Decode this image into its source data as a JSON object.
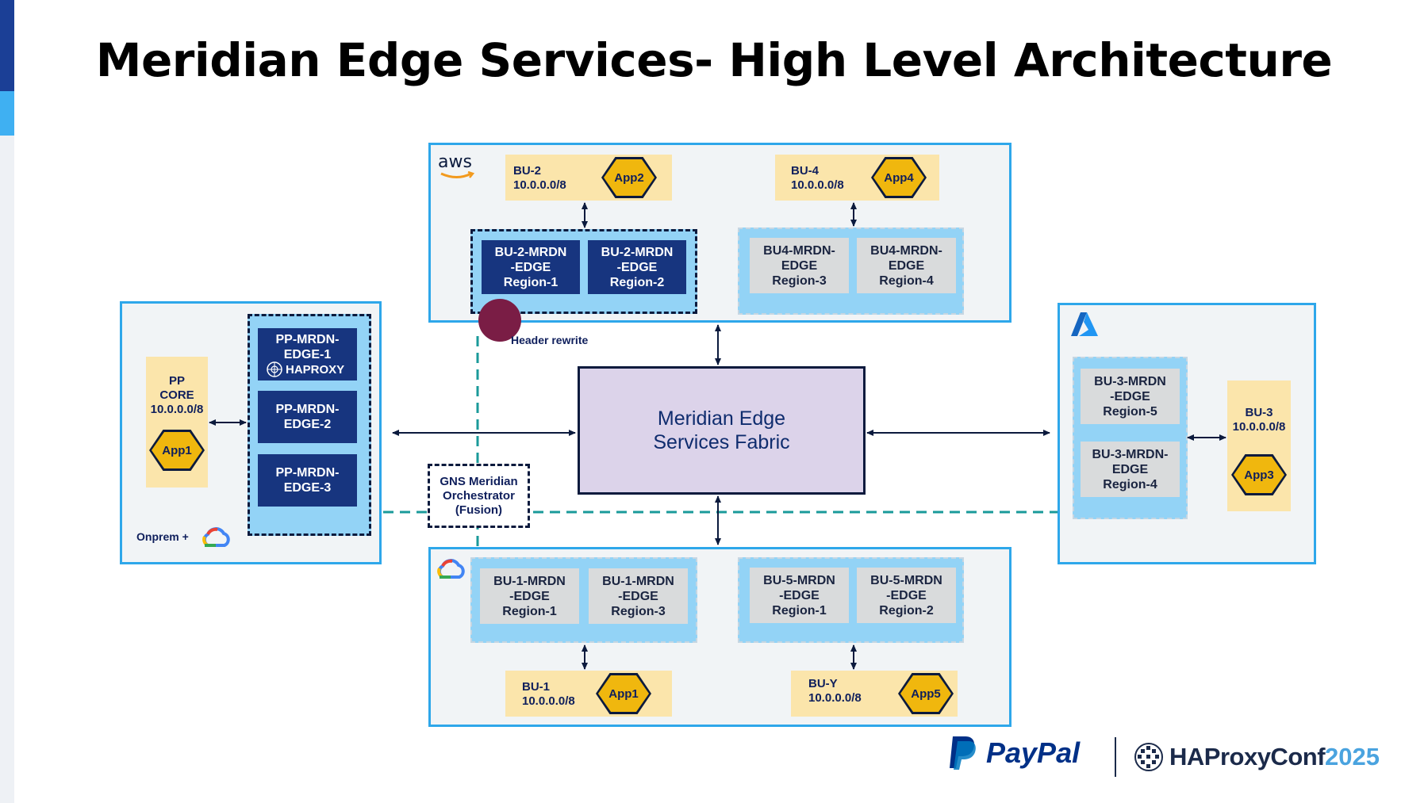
{
  "title": "Meridian Edge Services- High Level Architecture",
  "aws": {
    "logo": "aws",
    "bu2": {
      "label": "BU-2\n10.0.0.0/8",
      "app": "App2"
    },
    "bu4": {
      "label": "BU-4\n10.0.0.0/8",
      "app": "App4"
    },
    "edges": [
      "BU-2-MRDN\n-EDGE\nRegion-1",
      "BU-2-MRDN\n-EDGE\nRegion-2",
      "BU4-MRDN-\nEDGE\nRegion-3",
      "BU4-MRDN-\nEDGE\nRegion-4"
    ]
  },
  "onprem": {
    "label": "Onprem +",
    "pp": {
      "label": "PP\nCORE\n10.0.0.0/8",
      "app": "App1"
    },
    "edges": [
      "PP-MRDN-\nEDGE-1",
      "PP-MRDN-\nEDGE-2",
      "PP-MRDN-\nEDGE-3"
    ],
    "haproxy_logo": "HAPROXY"
  },
  "azure": {
    "bu3": {
      "label": "BU-3\n10.0.0.0/8",
      "app": "App3"
    },
    "edges": [
      "BU-3-MRDN\n-EDGE\nRegion-5",
      "BU-3-MRDN-\nEDGE\nRegion-4"
    ]
  },
  "gcp": {
    "bu1": {
      "label": "BU-1\n10.0.0.0/8",
      "app": "App1"
    },
    "buy": {
      "label": "BU-Y\n10.0.0.0/8",
      "app": "App5"
    },
    "edges": [
      "BU-1-MRDN\n-EDGE\nRegion-1",
      "BU-1-MRDN\n-EDGE\nRegion-3",
      "BU-5-MRDN\n-EDGE\nRegion-1",
      "BU-5-MRDN\n-EDGE\nRegion-2"
    ]
  },
  "fabric": "Meridian Edge\nServices Fabric",
  "gns": "GNS Meridian\nOrchestrator\n(Fusion)",
  "header_rewrite": "Header rewrite",
  "colors": {
    "navy": "#0b1a3d",
    "panel_border": "#2ea7ea",
    "accent_teal": "#1a9a9a",
    "hex_fill": "#f0b70e",
    "marker": "#7a1d45"
  },
  "footer": {
    "paypal": "PayPal",
    "conf": "HAProxyConf",
    "year": "2025"
  }
}
